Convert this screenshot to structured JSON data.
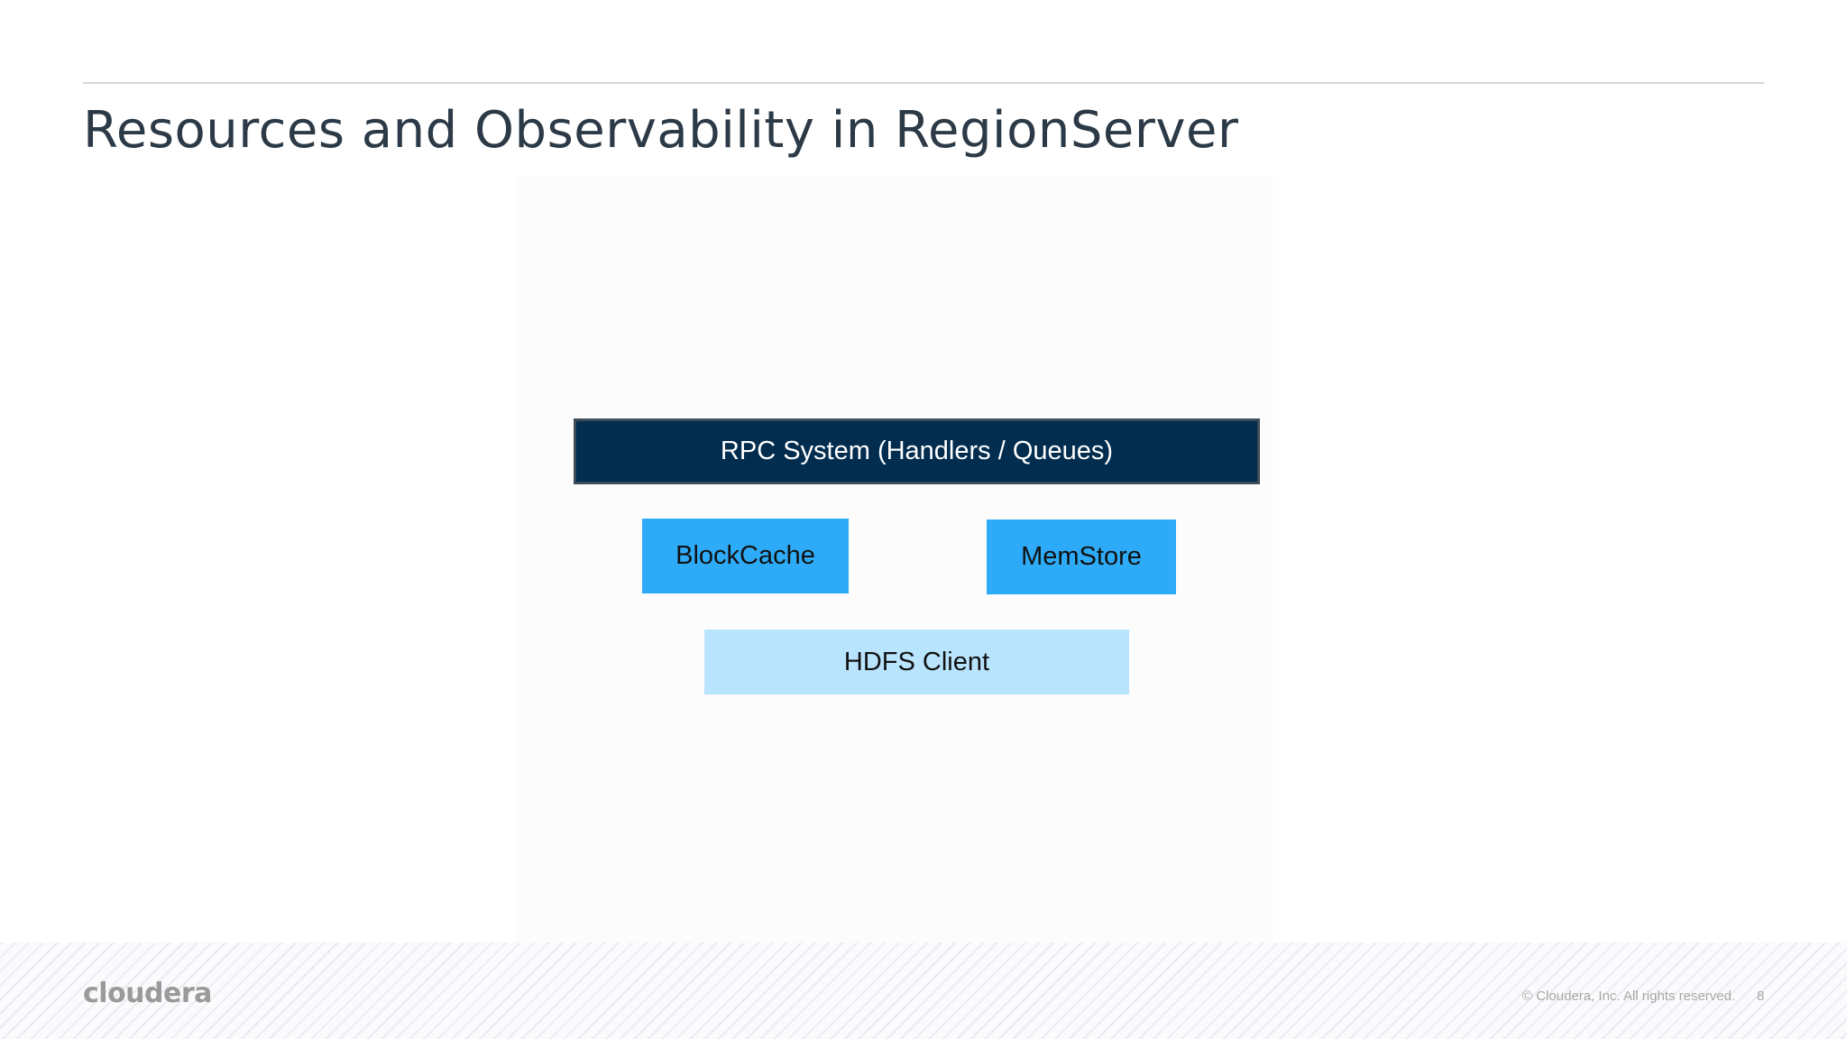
{
  "slide": {
    "title": "Resources and Observability in RegionServer"
  },
  "diagram": {
    "rpc_label": "RPC System (Handlers / Queues)",
    "blockcache_label": "BlockCache",
    "memstore_label": "MemStore",
    "hdfs_label": "HDFS Client"
  },
  "footer": {
    "logo_text": "cloudera",
    "copyright": "© Cloudera, Inc. All rights reserved.",
    "page_number": "8"
  },
  "colors": {
    "rpc_fill": "#022d4f",
    "cache_fill": "#2eabf8",
    "hdfs_fill": "#b9e4fe",
    "title_text": "#2b3a46"
  }
}
